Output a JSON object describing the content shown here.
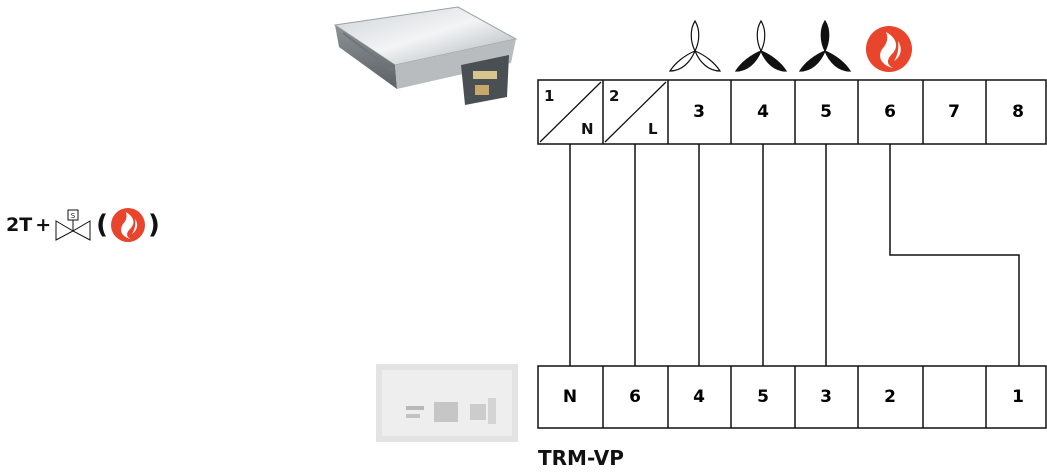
{
  "top_terminals": [
    {
      "num": "1",
      "sub": "N"
    },
    {
      "num": "2",
      "sub": "L"
    },
    {
      "num": "3"
    },
    {
      "num": "4"
    },
    {
      "num": "5"
    },
    {
      "num": "6"
    },
    {
      "num": "7"
    },
    {
      "num": "8"
    }
  ],
  "bottom_terminals": [
    "N",
    "6",
    "4",
    "5",
    "3",
    "2",
    "",
    "1"
  ],
  "device_label": "TRM-VP",
  "legend": {
    "prefix": "2T",
    "plus": "+",
    "valve_letter": "S",
    "open_paren": "(",
    "close_paren": ")"
  },
  "icons": [
    "fan-speed-1-icon",
    "fan-speed-2-icon",
    "fan-speed-3-icon",
    "heating-flame-icon",
    "solenoid-valve-icon"
  ],
  "colors": {
    "flame": "#e8452c",
    "line": "#111111"
  }
}
